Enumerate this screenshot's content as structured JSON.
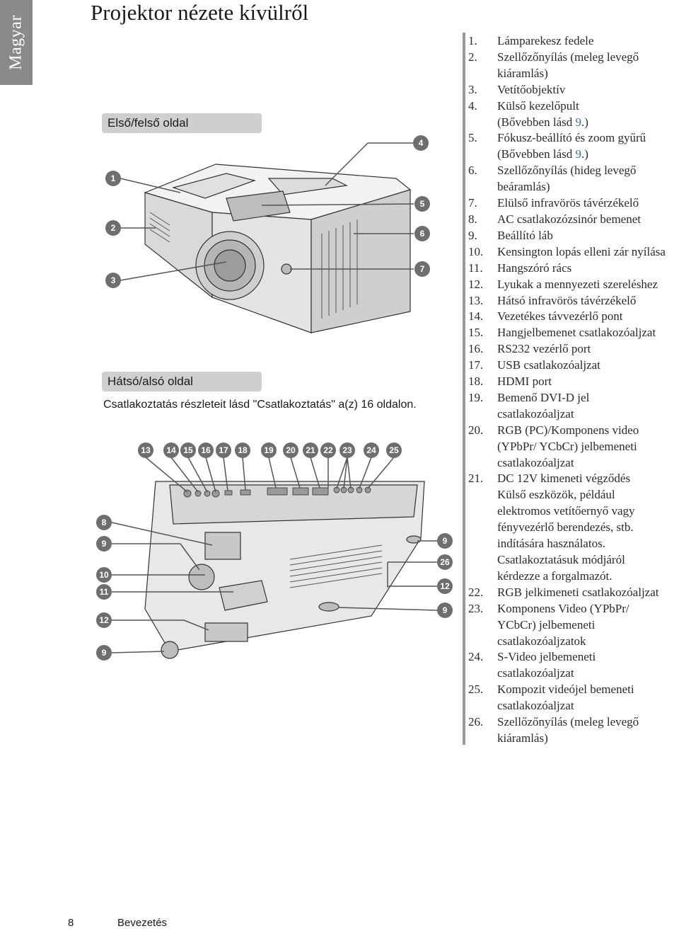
{
  "side_tab": "Magyar",
  "title": "Projektor nézete kívülről",
  "front_section": {
    "heading": "Első/felső oldal",
    "callouts": [
      "1",
      "2",
      "3",
      "4",
      "5",
      "6",
      "7"
    ]
  },
  "rear_section": {
    "heading": "Hátsó/alsó oldal",
    "note": "Csatlakoztatás részleteit lásd \"Csatlakoztatás\" a(z) 16 oldalon.",
    "top_callouts": [
      "13",
      "14",
      "15",
      "16",
      "17",
      "18",
      "19",
      "20",
      "21",
      "22",
      "23",
      "24",
      "25"
    ],
    "left_callouts": [
      "8",
      "9",
      "10",
      "11",
      "12",
      "9"
    ],
    "right_callouts": [
      "9",
      "26",
      "12",
      "9"
    ]
  },
  "parts": [
    {
      "num": "1.",
      "lines": [
        "Lámparekesz fedele"
      ]
    },
    {
      "num": "2.",
      "lines": [
        "Szellőzőnyílás (meleg levegő",
        "kiáramlás)"
      ]
    },
    {
      "num": "3.",
      "lines": [
        "Vetítőobjektív"
      ]
    },
    {
      "num": "4.",
      "lines": [
        "Külső kezelőpult"
      ],
      "ref_prefix": "(Bővebben lásd ",
      "ref_link": "9",
      "ref_suffix": ".)"
    },
    {
      "num": "5.",
      "lines": [
        "Fókusz-beállító és zoom gyűrű"
      ],
      "ref_prefix": "(Bővebben lásd ",
      "ref_link": "9",
      "ref_suffix": ".)"
    },
    {
      "num": "6.",
      "lines": [
        "Szellőzőnyílás (hideg levegő",
        "beáramlás)"
      ]
    },
    {
      "num": "7.",
      "lines": [
        "Elülső infravörös távérzékelő"
      ]
    },
    {
      "num": "8.",
      "lines": [
        "AC csatlakozózsinór bemenet"
      ]
    },
    {
      "num": "9.",
      "lines": [
        "Beállító láb"
      ]
    },
    {
      "num": "10.",
      "lines": [
        "Kensington lopás elleni zár nyílása"
      ]
    },
    {
      "num": "11.",
      "lines": [
        "Hangszóró rács"
      ]
    },
    {
      "num": "12.",
      "lines": [
        "Lyukak a mennyezeti szereléshez"
      ]
    },
    {
      "num": "13.",
      "lines": [
        "Hátsó infravörös távérzékelő"
      ]
    },
    {
      "num": "14.",
      "lines": [
        "Vezetékes távvezérlő pont"
      ]
    },
    {
      "num": "15.",
      "lines": [
        "Hangjelbemenet csatlakozóaljzat"
      ]
    },
    {
      "num": "16.",
      "lines": [
        "RS232 vezérlő port"
      ]
    },
    {
      "num": "17.",
      "lines": [
        "USB csatlakozóaljzat"
      ]
    },
    {
      "num": "18.",
      "lines": [
        "HDMI port"
      ]
    },
    {
      "num": "19.",
      "lines": [
        "Bemenő DVI-D jel",
        "csatlakozóaljzat"
      ]
    },
    {
      "num": "20.",
      "lines": [
        "RGB (PC)/Komponens video",
        "(YPbPr/ YCbCr) jelbemeneti",
        "csatlakozóaljzat"
      ]
    },
    {
      "num": "21.",
      "lines": [
        "DC 12V kimeneti végződés",
        "Külső eszközök, például",
        "elektromos vetítőernyő vagy",
        "fényvezérlő berendezés, stb.",
        "indítására használatos.",
        "Csatlakoztatásuk módjáról",
        "kérdezze a forgalmazót."
      ]
    },
    {
      "num": "22.",
      "lines": [
        "RGB jelkimeneti csatlakozóaljzat"
      ]
    },
    {
      "num": "23.",
      "lines": [
        "Komponens Video (YPbPr/",
        "YCbCr) jelbemeneti",
        "csatlakozóaljzatok"
      ]
    },
    {
      "num": "24.",
      "lines": [
        "S-Video jelbemeneti",
        "csatlakozóaljzat"
      ]
    },
    {
      "num": "25.",
      "lines": [
        "Kompozit videójel bemeneti",
        "csatlakozóaljzat"
      ]
    },
    {
      "num": "26.",
      "lines": [
        "Szellőzőnyílás (meleg levegő",
        "kiáramlás)"
      ]
    }
  ],
  "footer": {
    "page": "8",
    "label": "Bevezetés"
  },
  "colors": {
    "tab": "#8a8a8a",
    "section_bar": "#cfcfcf",
    "callout": "#6e6e6e",
    "link": "#3a6fb0"
  }
}
